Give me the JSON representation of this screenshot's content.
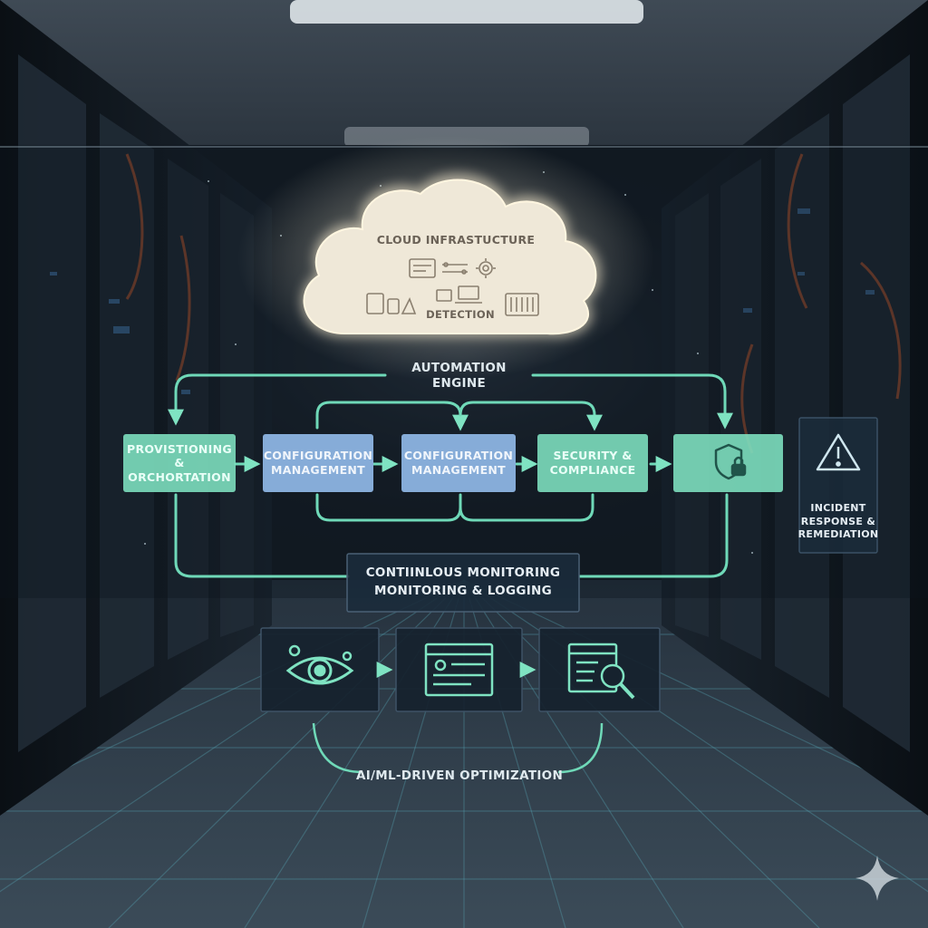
{
  "cloud": {
    "title": "CLOUD INFRASTUCTURE",
    "subtitle": "DETECTION"
  },
  "engine": {
    "title": "AUTOMATION ENGINE"
  },
  "pipeline": [
    {
      "line1": "PROVISTIONING",
      "line2": "& ORCHORTATION",
      "style": "green"
    },
    {
      "line1": "CONFIGURATION",
      "line2": "MANAGEMENT",
      "style": "blue"
    },
    {
      "line1": "CONFIGURATION",
      "line2": "MANAGEMENT",
      "style": "blue"
    },
    {
      "line1": "SECURITY &",
      "line2": "COMPLIANCE",
      "style": "green"
    },
    {
      "line1": "",
      "line2": "",
      "style": "green",
      "icon": "shield-lock-icon"
    }
  ],
  "incident": {
    "line1": "INCIDENT",
    "line2": "RESPONSE &",
    "line3": "REMEDIATION",
    "icon": "warning-triangle-icon"
  },
  "monitoring": {
    "line1": "CONTIINLOUS MONITORING",
    "line2": "MONITORING & LOGGING"
  },
  "monitor_cards": [
    {
      "icon": "eye-gear-icon"
    },
    {
      "icon": "dashboard-icon"
    },
    {
      "icon": "document-search-icon"
    }
  ],
  "optimization": {
    "title": "AI/ML-DRIVEN OPTIMIZATION"
  },
  "colors": {
    "accent_green": "#7fe3c2",
    "line_green": "#6fd9b8",
    "blue_box": "#86acd8",
    "cloud_fill": "#efe8d8",
    "panel_dark": "#1b2b3b",
    "background": "#0c1218"
  }
}
